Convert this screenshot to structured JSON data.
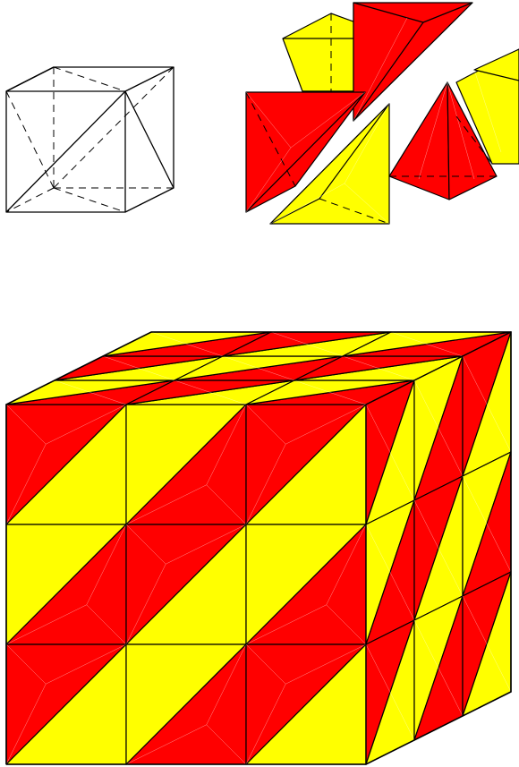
{
  "colors": {
    "red": "#ff0000",
    "yellow": "#ffff00",
    "edge": "#000000",
    "background": "#ffffff"
  },
  "figures": [
    {
      "id": "wireframe-cube",
      "kind": "wireframe cube with dissection diagonals"
    },
    {
      "id": "exploded-pieces",
      "kind": "exploded tetrahedral pieces",
      "piece_colors": [
        "yellow",
        "red",
        "red",
        "yellow",
        "red",
        "yellow"
      ]
    },
    {
      "id": "assembled-cube",
      "kind": "3x3x3 cube of dissected cubelets",
      "grid": 3,
      "front_pattern": [
        "red",
        "yellow"
      ]
    }
  ]
}
